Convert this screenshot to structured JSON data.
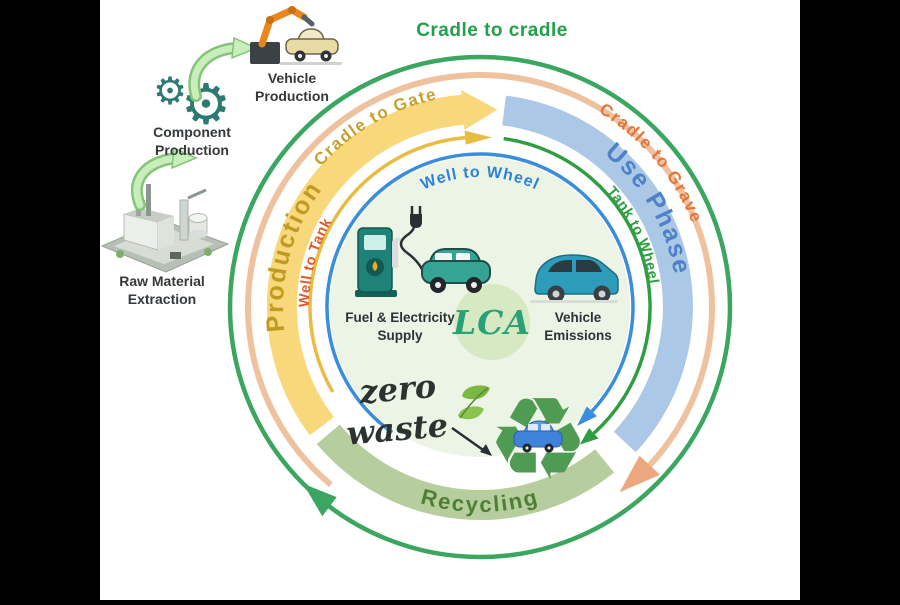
{
  "title": {
    "text": "Cradle to cradle",
    "color": "#22a04b"
  },
  "outer_rings": {
    "cradle_to_cradle_ring_color": "#3aa65f",
    "cradle_to_gate": {
      "label": "Cradle to Gate",
      "text_color": "#c7a02a"
    },
    "cradle_to_grave": {
      "label": "Cradle to Grave",
      "ring_color": "#eec19f",
      "text_color": "#e2763b"
    }
  },
  "phase_band": {
    "production": {
      "label": "Production",
      "band_color": "#f8d87b",
      "text_color": "#c09b22"
    },
    "use_phase": {
      "label": "Use Phase",
      "band_color": "#abc8e7",
      "text_color": "#4e82c8"
    },
    "recycling": {
      "label": "Recycling",
      "band_color": "#b6cd9d",
      "text_color": "#4f7f35"
    }
  },
  "inner_rings": {
    "well_to_tank": {
      "label": "Well to Tank",
      "arc_color": "#e9bc41",
      "text_color": "#e05a2b"
    },
    "tank_to_wheel": {
      "label": "Tank to Wheel",
      "arc_color": "#2f9e41",
      "text_color": "#2f9e41"
    },
    "well_to_wheel": {
      "label": "Well to Wheel",
      "arc_color": "#3a8ddc",
      "text_color": "#2e82d8"
    }
  },
  "center": {
    "lca": {
      "label": "LCA",
      "circle_color": "#d7e9c3",
      "text_color": "#2aa076"
    },
    "fuel_supply": {
      "line1": "Fuel & Electricity",
      "line2": "Supply"
    },
    "vehicle_emissions": {
      "line1": "Vehicle",
      "line2": "Emissions"
    },
    "zero_waste": {
      "line1": "zero",
      "line2": "waste"
    }
  },
  "supply_chain": [
    {
      "line1": "Vehicle",
      "line2": "Production"
    },
    {
      "line1": "Component",
      "line2": "Production"
    },
    {
      "line1": "Raw Material",
      "line2": "Extraction"
    }
  ]
}
